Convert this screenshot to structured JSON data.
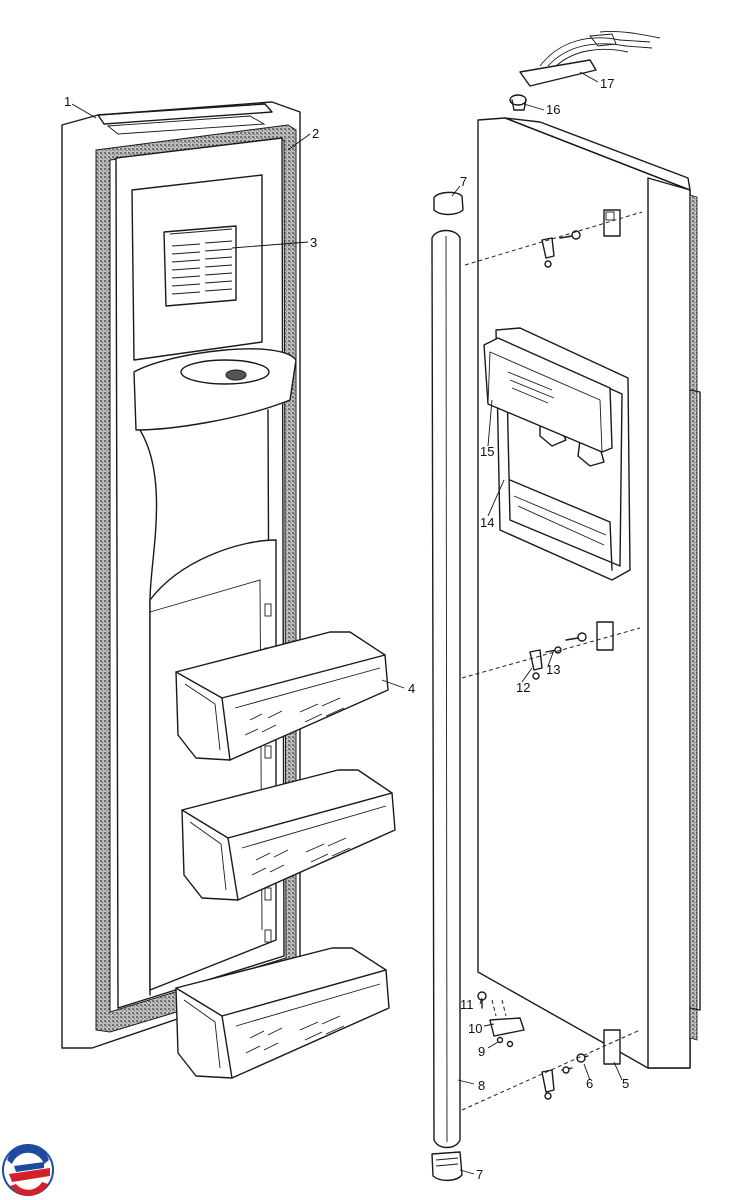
{
  "diagram": {
    "callouts": [
      {
        "id": "1",
        "text": "1"
      },
      {
        "id": "2",
        "text": "2"
      },
      {
        "id": "3",
        "text": "3"
      },
      {
        "id": "4",
        "text": "4"
      },
      {
        "id": "5",
        "text": "5"
      },
      {
        "id": "6",
        "text": "6"
      },
      {
        "id": "7a",
        "text": "7"
      },
      {
        "id": "7b",
        "text": "7"
      },
      {
        "id": "8",
        "text": "8"
      },
      {
        "id": "9",
        "text": "9"
      },
      {
        "id": "10",
        "text": "10"
      },
      {
        "id": "11",
        "text": "11"
      },
      {
        "id": "12",
        "text": "12"
      },
      {
        "id": "13",
        "text": "13"
      },
      {
        "id": "14",
        "text": "14"
      },
      {
        "id": "15",
        "text": "15"
      },
      {
        "id": "16",
        "text": "16"
      },
      {
        "id": "17",
        "text": "17"
      }
    ]
  },
  "colors": {
    "line": "#1a1a1a",
    "gasket": "#9a9a9a",
    "logo_blue": "#1e4aa0",
    "logo_red": "#d4202a"
  },
  "icons": {
    "logo": "brand-logo-icon"
  }
}
